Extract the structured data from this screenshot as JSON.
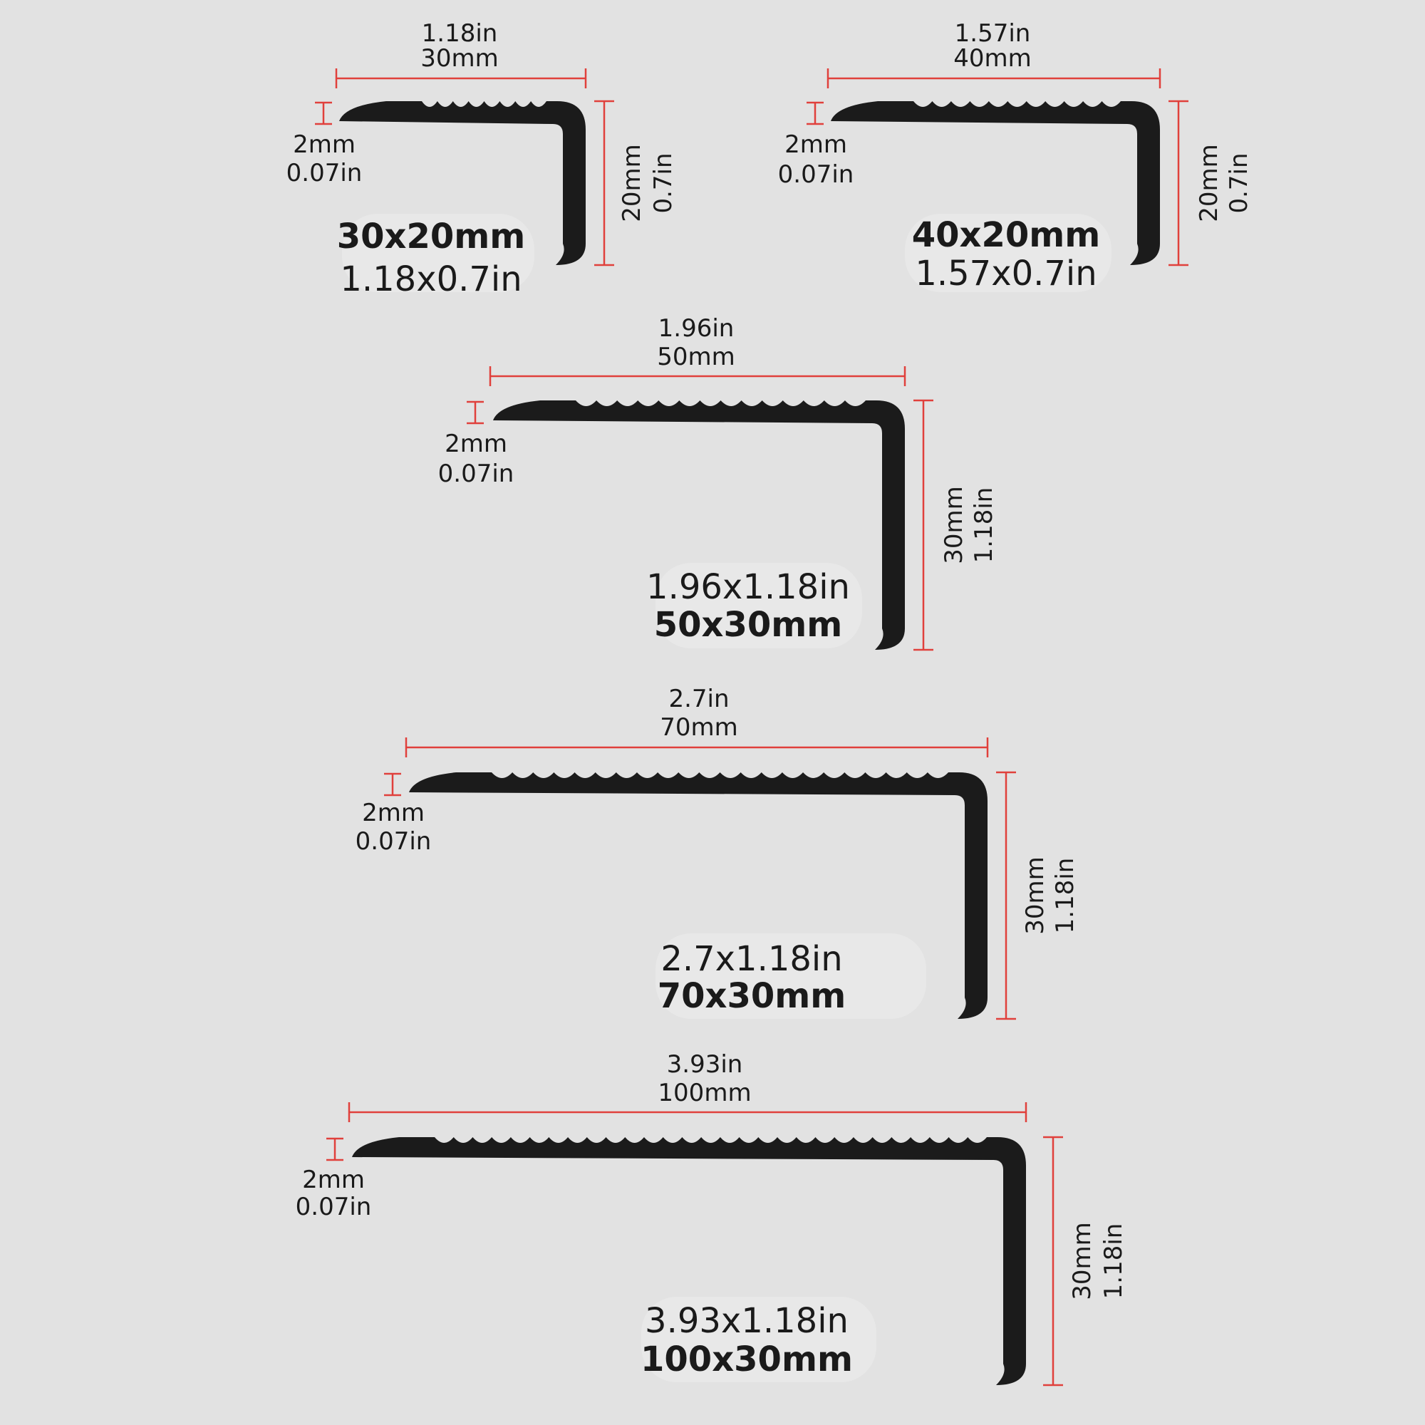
{
  "profiles": [
    {
      "id": "p30x20",
      "width_in": "1.18in",
      "width_mm": "30mm",
      "thick_mm": "2mm",
      "thick_in": "0.07in",
      "height_mm": "20mm",
      "height_in": "0.7in",
      "size_line1": "30x20mm",
      "size_line2": "1.18x0.7in"
    },
    {
      "id": "p40x20",
      "width_in": "1.57in",
      "width_mm": "40mm",
      "thick_mm": "2mm",
      "thick_in": "0.07in",
      "height_mm": "20mm",
      "height_in": "0.7in",
      "size_line1": "40x20mm",
      "size_line2": "1.57x0.7in"
    },
    {
      "id": "p50x30",
      "width_in": "1.96in",
      "width_mm": "50mm",
      "thick_mm": "2mm",
      "thick_in": "0.07in",
      "height_mm": "30mm",
      "height_in": "1.18in",
      "size_line1": "1.96x1.18in",
      "size_line2": "50x30mm"
    },
    {
      "id": "p70x30",
      "width_in": "2.7in",
      "width_mm": "70mm",
      "thick_mm": "2mm",
      "thick_in": "0.07in",
      "height_mm": "30mm",
      "height_in": "1.18in",
      "size_line1": "2.7x1.18in",
      "size_line2": "70x30mm"
    },
    {
      "id": "p100x30",
      "width_in": "3.93in",
      "width_mm": "100mm",
      "thick_mm": "2mm",
      "thick_in": "0.07in",
      "height_mm": "30mm",
      "height_in": "1.18in",
      "size_line1": "3.93x1.18in",
      "size_line2": "100x30mm"
    }
  ],
  "colors": {
    "background": "#e2e2e2",
    "profile": "#1b1b1b",
    "dimension_line": "#e0403c"
  }
}
